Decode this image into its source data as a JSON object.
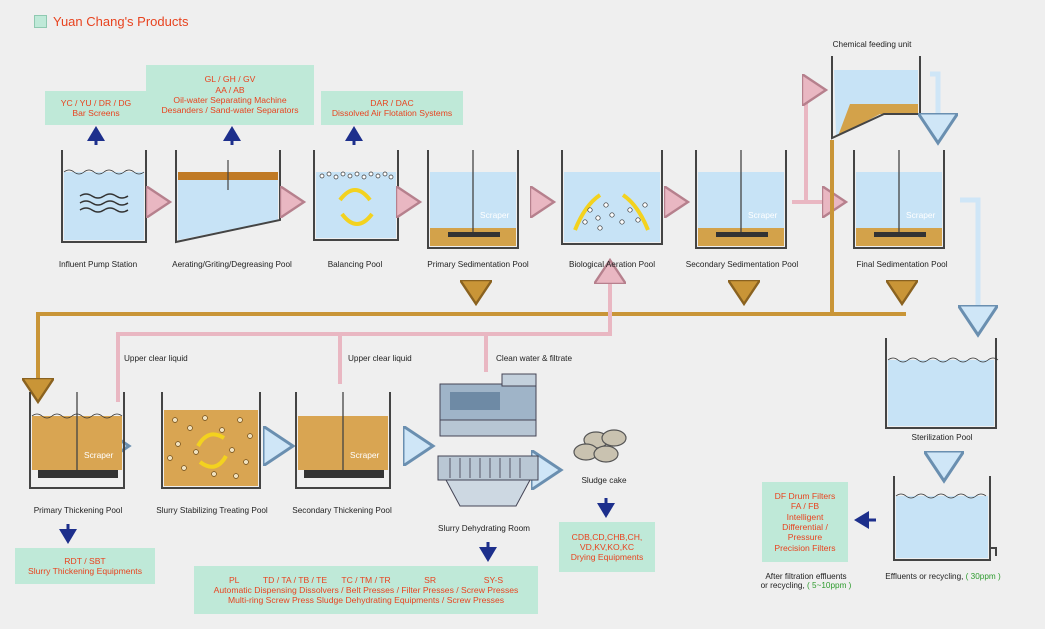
{
  "title": "Yuan Chang's Products",
  "colors": {
    "accent_red": "#e8431f",
    "product_box": "#bfe9d8",
    "clean_water": "#c7e3f6",
    "sludge": "#d3a24a",
    "arrow_blue": "#1d2f8c",
    "pink_arrow": "#e9b7c2",
    "brown_arrow": "#b8862c"
  },
  "products": {
    "bar_screens": [
      "YC / YU / DR / DG",
      "Bar Screens"
    ],
    "oil_water": [
      "GL / GH / GV",
      "AA / AB",
      "Oil-water Separating Machine",
      "Desanders / Sand-water Separators"
    ],
    "dissolved_air": [
      "DAR / DAC",
      "Dissolved Air Flotation Systems"
    ],
    "slurry_thickening": [
      "RDT / SBT",
      "Slurry Thickening Equipments"
    ],
    "dehydrating": [
      "PL          TD / TA / TB / TE      TC / TM / TR              SR                    SY-S",
      "Automatic Dispensing Dissolvers / Belt Presses / Filter Presses / Screw Presses",
      "Multi-ring Screw Press Sludge Dehydrating Equipments / Screw Presses"
    ],
    "drying": [
      "CDB,CD,CHB,CH,",
      "VD,KV,KO,KC",
      "Drying Equipments"
    ],
    "filters": [
      "DF  Drum Filters",
      "FA / FB",
      "Intelligent",
      "Differential /",
      "Pressure",
      "Precision Filters"
    ]
  },
  "stations": {
    "influent": "Influent Pump Station",
    "aerating": "Aerating/Griting/Degreasing Pool",
    "balancing": "Balancing  Pool",
    "primary_sed": "Primary Sedimentation Pool",
    "bio_aeration": "Biological Aeration Pool",
    "secondary_sed": "Secondary Sedimentation Pool",
    "final_sed": "Final Sedimentation Pool",
    "chemical": "Chemical feeding unit",
    "sterilization": "Sterilization Pool",
    "primary_thick": "Primary Thickening Pool",
    "slurry_stab": "Slurry Stabilizing Treating Pool",
    "secondary_thick": "Secondary Thickening Pool",
    "dehydrating_room": "Slurry Dehydrating Room",
    "sludge_cake": "Sludge cake"
  },
  "scraper": "Scraper",
  "flow_labels": {
    "upper_clear_1": "Upper clear liquid",
    "upper_clear_2": "Upper clear liquid",
    "clean_water": "Clean water & filtrate"
  },
  "effluents": {
    "recycling_text": "Effluents or recycling,",
    "recycling_ppm": "( 30ppm )",
    "after_filtration_1": "After filtration effluents",
    "after_filtration_2": "or recycling,",
    "after_filtration_ppm": "( 5~10ppm )"
  }
}
